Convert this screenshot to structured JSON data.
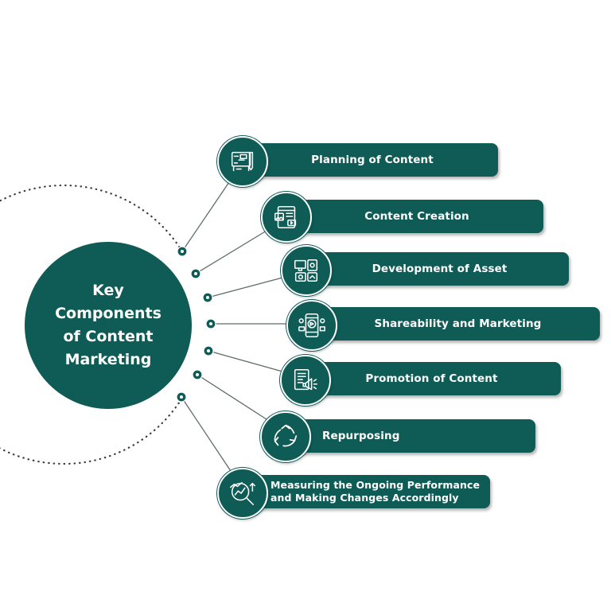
{
  "hub": {
    "title_lines": [
      "Key Components",
      "of Content",
      "Marketing"
    ]
  },
  "components": [
    {
      "label": "Planning of Content",
      "icon": "planning-board-icon"
    },
    {
      "label": "Content Creation",
      "icon": "content-creation-icon"
    },
    {
      "label": "Development of Asset",
      "icon": "asset-development-icon"
    },
    {
      "label": "Shareability and Marketing",
      "icon": "mobile-share-icon"
    },
    {
      "label": "Promotion of Content",
      "icon": "megaphone-document-icon"
    },
    {
      "label": "Repurposing",
      "icon": "recycle-icon"
    },
    {
      "label_lines": [
        "Measuring the Ongoing Performance",
        "and Making Changes Accordingly"
      ],
      "icon": "performance-analytics-icon"
    }
  ],
  "colors": {
    "primary": "#0f5c57",
    "connector": "#5f6b6a",
    "background": "#ffffff"
  }
}
